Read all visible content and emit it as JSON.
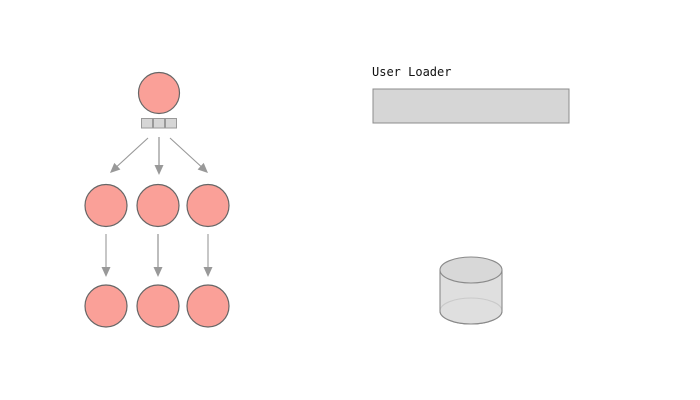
{
  "right_panel": {
    "label": "User Loader",
    "bar": {
      "fill": "#d6d6d6",
      "stroke": "#8c8c8c"
    },
    "database": {
      "fill": "#d8d8d8",
      "stroke": "#8a8a8a"
    }
  },
  "diagram": {
    "type": "fan-out-tree",
    "root_nodes": 1,
    "buffer_slots": 3,
    "middle_row_nodes": 3,
    "bottom_row_nodes": 3,
    "fan_out_edges": 3,
    "vertical_edges": 3,
    "node_shape": "circle"
  },
  "colors": {
    "node_fill": "#faa098",
    "node_stroke": "#666666",
    "arrow": "#999999",
    "buffer_fill": "#d6d6d6",
    "buffer_stroke": "#999999",
    "background": "#ffffff",
    "label_text": "#111111"
  }
}
